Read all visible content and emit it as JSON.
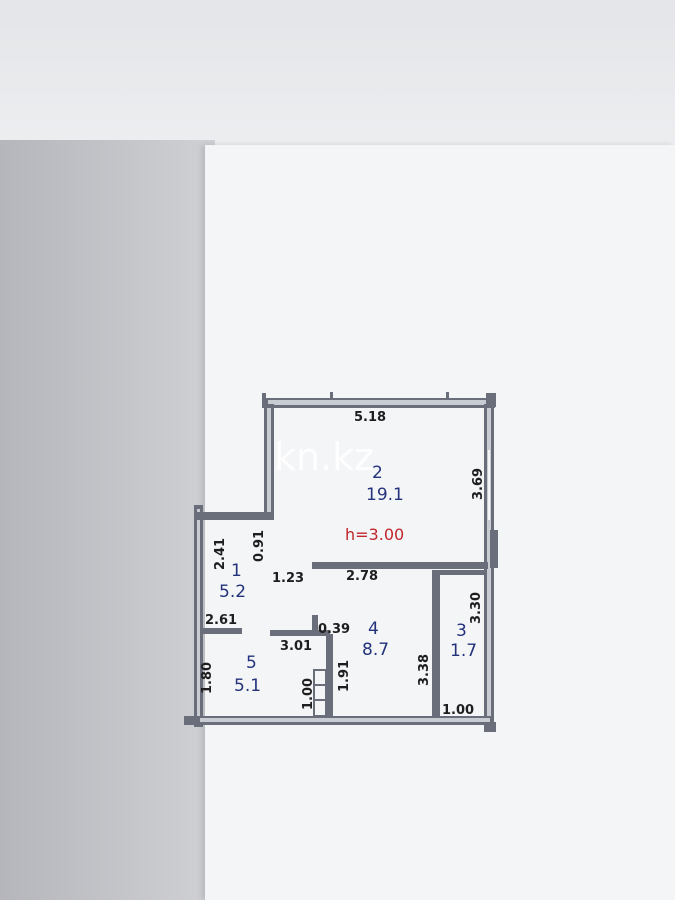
{
  "watermark": "kn.kz",
  "height_label": "h=3.00",
  "rooms": [
    {
      "number": "1",
      "area": "5.2"
    },
    {
      "number": "2",
      "area": "19.1"
    },
    {
      "number": "3",
      "area": "1.7"
    },
    {
      "number": "4",
      "area": "8.7"
    },
    {
      "number": "5",
      "area": "5.1"
    }
  ],
  "dimensions": {
    "top_width": "5.18",
    "right_room2": "3.69",
    "room1_height": "2.41",
    "partition_0_91": "0.91",
    "corridor_left": "1.23",
    "corridor_right": "2.78",
    "room3_height": "3.30",
    "room1_width": "2.61",
    "partition_0_39": "0.39",
    "room5_width": "3.01",
    "room5_height": "1.80",
    "corridor_height": "1.91",
    "small_1_00": "1.00",
    "room3_left": "3.38",
    "bottom_1_00": "1.00"
  },
  "colors": {
    "room_labels": "#23327a",
    "height_label": "#c0262b",
    "walls": "#6a6e7a"
  }
}
